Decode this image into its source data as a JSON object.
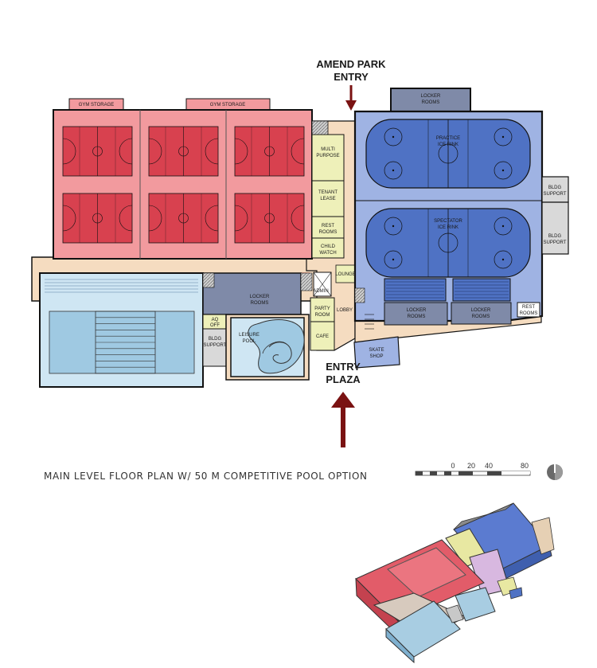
{
  "entries": {
    "top_line1": "AMEND PARK",
    "top_line2": "ENTRY",
    "bottom_line1": "ENTRY",
    "bottom_line2": "PLAZA"
  },
  "rooms": {
    "gym_storage_1": "GYM STORAGE",
    "gym_storage_2": "GYM STORAGE",
    "multi_purpose_1": "MULTI",
    "multi_purpose_2": "PURPOSE",
    "tenant_lease_1": "TENANT",
    "tenant_lease_2": "LEASE",
    "rest_rooms_1": "REST",
    "rest_rooms_2": "ROOMS",
    "child_watch_1": "CHILD",
    "child_watch_2": "WATCH",
    "locker_rooms_top_1": "LOCKER",
    "locker_rooms_top_2": "ROOMS",
    "practice_rink_1": "PRACTICE",
    "practice_rink_2": "ICE RINK",
    "spectator_rink_1": "SPECTATOR",
    "spectator_rink_2": "ICE RINK",
    "bldg_support_r1_1": "BLDG",
    "bldg_support_r1_2": "SUPPORT",
    "bldg_support_r2_1": "BLDG",
    "bldg_support_r2_2": "SUPPORT",
    "locker_rooms_mid_1": "LOCKER",
    "locker_rooms_mid_2": "ROOMS",
    "admin": "ADMIN",
    "lounge": "LOUNGE",
    "party_room_1": "PARTY",
    "party_room_2": "ROOM",
    "lobby": "LOBBY",
    "cafe": "CAFE",
    "aq_off_1": "AQ",
    "aq_off_2": "OFF",
    "bldg_support_l_1": "BLDG",
    "bldg_support_l_2": "SUPPORT",
    "leisure_pool_1": "LEISURE",
    "leisure_pool_2": "POOL",
    "locker_rooms_r1_1": "LOCKER",
    "locker_rooms_r1_2": "ROOMS",
    "locker_rooms_r2_1": "LOCKER",
    "locker_rooms_r2_2": "ROOMS",
    "rest_rooms_r_1": "REST",
    "rest_rooms_r_2": "ROOMS",
    "skate_shop_1": "SKATE",
    "skate_shop_2": "SHOP"
  },
  "caption": "MAIN LEVEL FLOOR PLAN W/ 50 M COMPETITIVE POOL OPTION",
  "scale": {
    "ticks": [
      "0",
      "20",
      "40",
      "80"
    ]
  },
  "colors": {
    "gym": "#f29a9e",
    "court": "#d8414f",
    "rink_area": "#9fb3e3",
    "rink": "#4f72c4",
    "pool": "#cfe6f3",
    "pool_water": "#9fc9e2",
    "support": "#f5dcc0",
    "yellow": "#eef0b9",
    "locker": "#7f8aa8",
    "grey": "#d9d9d9",
    "entry_arrow": "#7a1212"
  }
}
